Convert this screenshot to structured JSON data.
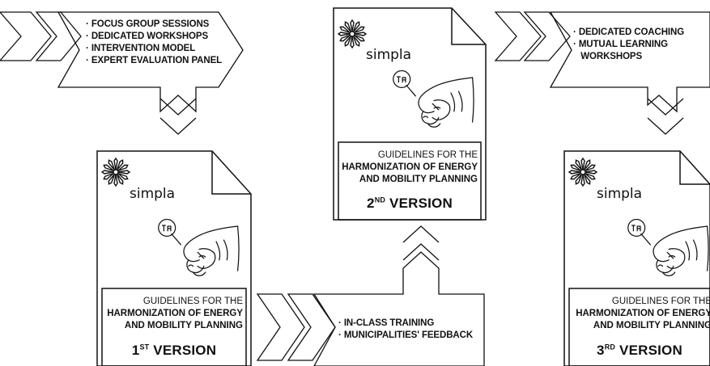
{
  "palette": {
    "stroke": "#111111",
    "background": "#ffffff"
  },
  "panels": {
    "top_left": {
      "items": [
        "· FOCUS GROUP SESSIONS",
        "· DEDICATED WORKSHOPS",
        "· INTERVENTION MODEL",
        "· EXPERT EVALUATION PANEL"
      ]
    },
    "top_right": {
      "items": [
        "· DEDICATED COACHING",
        "· MUTUAL LEARNING",
        "   WORKSHOPS"
      ]
    },
    "bottom_middle": {
      "items": [
        "· IN-CLASS TRAINING",
        "· MUNICIPALITIES' FEEDBACK"
      ]
    }
  },
  "documents": {
    "brand": "simpla",
    "title_line1": "GUIDELINES FOR THE",
    "title_line2": "HARMONIZATION OF ENERGY",
    "title_line3": "AND MOBILITY PLANNING",
    "v1": {
      "num": "1",
      "sup": "ST",
      "word": " VERSION"
    },
    "v2": {
      "num": "2",
      "sup": "ND",
      "word": " VERSION"
    },
    "v3": {
      "num": "3",
      "sup": "RD",
      "word": " VERSION"
    }
  },
  "icons": {
    "logo": "sunburst-logo-icon",
    "hand": "hand-holding-pin-icon"
  }
}
